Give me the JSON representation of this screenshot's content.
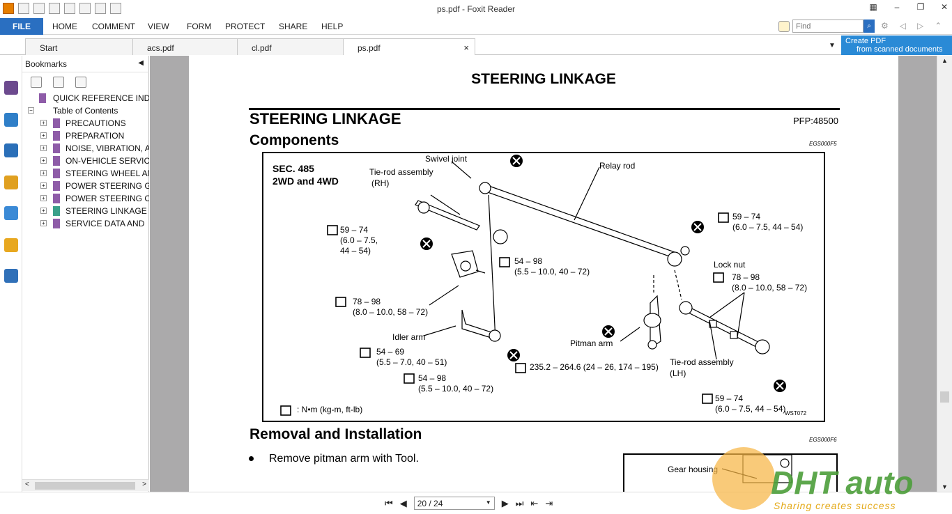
{
  "window": {
    "title": "ps.pdf - Foxit Reader"
  },
  "menu": {
    "file": "FILE",
    "items": [
      "HOME",
      "COMMENT",
      "VIEW",
      "FORM",
      "PROTECT",
      "SHARE",
      "HELP"
    ],
    "find_placeholder": "Find"
  },
  "tabs": [
    {
      "label": "Start"
    },
    {
      "label": "acs.pdf"
    },
    {
      "label": "cl.pdf"
    },
    {
      "label": "ps.pdf",
      "close": "×"
    }
  ],
  "create_pdf": {
    "line1": "Create PDF",
    "line2": "from scanned documents"
  },
  "bookmarks": {
    "header": "Bookmarks",
    "items": [
      "QUICK REFERENCE INDE",
      "Table of Contents",
      "PRECAUTIONS",
      "PREPARATION",
      "NOISE, VIBRATION, A",
      "ON-VEHICLE SERVICE",
      "STEERING WHEEL AN",
      "POWER STEERING G",
      "POWER STEERING O",
      "STEERING LINKAGE",
      "SERVICE DATA AND"
    ]
  },
  "page": {
    "header": "STEERING LINKAGE",
    "section_title": "STEERING LINKAGE",
    "pfp": "PFP:48500",
    "components": "Components",
    "egs1": "EGS000F5",
    "removal": "Removal and Installation",
    "egs2": "EGS000F6",
    "bullet": "Remove pitman arm with Tool.",
    "gear_housing": "Gear housing"
  },
  "diagram": {
    "sec": "SEC. 485",
    "drive": "2WD and 4WD",
    "tierod_rh_1": "Tie-rod assembly",
    "tierod_rh_2": "(RH)",
    "swivel": "Swivel joint",
    "relay": "Relay rod",
    "t1a": "59 – 74",
    "t1b": "(6.0 – 7.5,",
    "t1c": "44 – 54)",
    "t2a": "59 – 74",
    "t2b": "(6.0 – 7.5, 44 – 54)",
    "t3a": "54 – 98",
    "t3b": "(5.5 – 10.0, 40 – 72)",
    "locknut": "Lock nut",
    "t4a": "78 – 98",
    "t4b": "(8.0 – 10.0, 58 – 72)",
    "t5a": "78 – 98",
    "t5b": "(8.0 – 10.0, 58 – 72)",
    "idler": "Idler arm",
    "pitman": "Pitman arm",
    "t6a": "54 – 69",
    "t6b": "(5.5 – 7.0, 40 – 51)",
    "t7": "235.2 – 264.6 (24 – 26, 174 – 195)",
    "tierod_lh_1": "Tie-rod assembly",
    "tierod_lh_2": "(LH)",
    "t8a": "54 – 98",
    "t8b": "(5.5 – 10.0, 40 – 72)",
    "t9a": "59 – 74",
    "t9b": "(6.0 – 7.5, 44 – 54)",
    "legend": ": N•m (kg-m, ft-lb)",
    "code": "WST072"
  },
  "status": {
    "page": "20 / 24"
  },
  "watermark": {
    "text": "DHT auto",
    "tag": "Sharing creates success"
  }
}
